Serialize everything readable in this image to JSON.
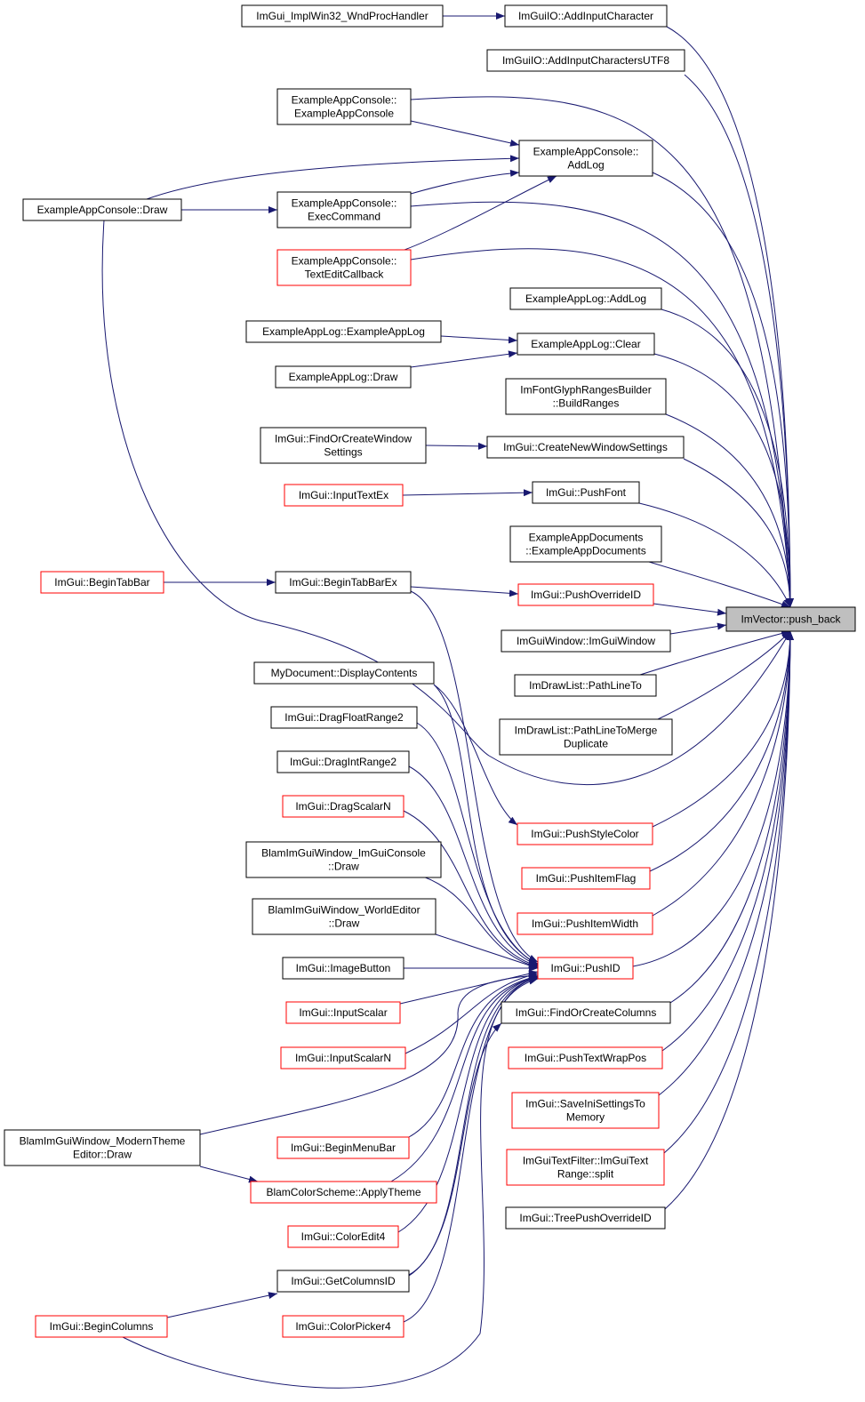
{
  "diagram": {
    "type": "call-graph",
    "colors": {
      "edge": "#191970",
      "node_border": "#000000",
      "node_border_highlight": "#ff0000",
      "target_fill": "#bfbfbf"
    },
    "nodes": [
      {
        "id": "n0",
        "lines": [
          "ImVector::push_back"
        ],
        "style": "target"
      },
      {
        "id": "n1",
        "lines": [
          "ImGui_ImplWin32_WndProcHandler"
        ],
        "style": "black"
      },
      {
        "id": "n2",
        "lines": [
          "ImGuiIO::AddInputCharacter"
        ],
        "style": "black"
      },
      {
        "id": "n3",
        "lines": [
          "ImGuiIO::AddInputCharactersUTF8"
        ],
        "style": "black"
      },
      {
        "id": "n4",
        "lines": [
          "ExampleAppConsole::",
          "ExampleAppConsole"
        ],
        "style": "black"
      },
      {
        "id": "n5",
        "lines": [
          "ExampleAppConsole::",
          "AddLog"
        ],
        "style": "black"
      },
      {
        "id": "n6",
        "lines": [
          "ExampleAppConsole::Draw"
        ],
        "style": "black"
      },
      {
        "id": "n7",
        "lines": [
          "ExampleAppConsole::",
          "ExecCommand"
        ],
        "style": "black"
      },
      {
        "id": "n8",
        "lines": [
          "ExampleAppConsole::",
          "TextEditCallback"
        ],
        "style": "red"
      },
      {
        "id": "n9",
        "lines": [
          "ExampleAppLog::AddLog"
        ],
        "style": "black"
      },
      {
        "id": "n10",
        "lines": [
          "ExampleAppLog::ExampleAppLog"
        ],
        "style": "black"
      },
      {
        "id": "n11",
        "lines": [
          "ExampleAppLog::Clear"
        ],
        "style": "black"
      },
      {
        "id": "n12",
        "lines": [
          "ExampleAppLog::Draw"
        ],
        "style": "black"
      },
      {
        "id": "n13",
        "lines": [
          "ImFontGlyphRangesBuilder",
          "::BuildRanges"
        ],
        "style": "black"
      },
      {
        "id": "n14",
        "lines": [
          "ImGui::FindOrCreateWindow",
          "Settings"
        ],
        "style": "black"
      },
      {
        "id": "n15",
        "lines": [
          "ImGui::CreateNewWindowSettings"
        ],
        "style": "black"
      },
      {
        "id": "n16",
        "lines": [
          "ImGui::InputTextEx"
        ],
        "style": "red"
      },
      {
        "id": "n17",
        "lines": [
          "ImGui::PushFont"
        ],
        "style": "black"
      },
      {
        "id": "n18",
        "lines": [
          "ExampleAppDocuments",
          "::ExampleAppDocuments"
        ],
        "style": "black"
      },
      {
        "id": "n19",
        "lines": [
          "ImGui::BeginTabBar"
        ],
        "style": "red"
      },
      {
        "id": "n20",
        "lines": [
          "ImGui::BeginTabBarEx"
        ],
        "style": "black"
      },
      {
        "id": "n21",
        "lines": [
          "ImGui::PushOverrideID"
        ],
        "style": "red"
      },
      {
        "id": "n22",
        "lines": [
          "ImGuiWindow::ImGuiWindow"
        ],
        "style": "black"
      },
      {
        "id": "n23",
        "lines": [
          "MyDocument::DisplayContents"
        ],
        "style": "black"
      },
      {
        "id": "n24",
        "lines": [
          "ImDrawList::PathLineTo"
        ],
        "style": "black"
      },
      {
        "id": "n25",
        "lines": [
          "ImGui::DragFloatRange2"
        ],
        "style": "black"
      },
      {
        "id": "n26",
        "lines": [
          "ImDrawList::PathLineToMerge",
          "Duplicate"
        ],
        "style": "black"
      },
      {
        "id": "n27",
        "lines": [
          "ImGui::DragIntRange2"
        ],
        "style": "black"
      },
      {
        "id": "n28",
        "lines": [
          "ImGui::DragScalarN"
        ],
        "style": "red"
      },
      {
        "id": "n29",
        "lines": [
          "ImGui::PushStyleColor"
        ],
        "style": "red"
      },
      {
        "id": "n30",
        "lines": [
          "BlamImGuiWindow_ImGuiConsole",
          "::Draw"
        ],
        "style": "black"
      },
      {
        "id": "n31",
        "lines": [
          "ImGui::PushItemFlag"
        ],
        "style": "red"
      },
      {
        "id": "n32",
        "lines": [
          "BlamImGuiWindow_WorldEditor",
          "::Draw"
        ],
        "style": "black"
      },
      {
        "id": "n33",
        "lines": [
          "ImGui::PushItemWidth"
        ],
        "style": "red"
      },
      {
        "id": "n34",
        "lines": [
          "ImGui::ImageButton"
        ],
        "style": "black"
      },
      {
        "id": "n35",
        "lines": [
          "ImGui::PushID"
        ],
        "style": "red"
      },
      {
        "id": "n36",
        "lines": [
          "ImGui::InputScalar"
        ],
        "style": "red"
      },
      {
        "id": "n37",
        "lines": [
          "ImGui::FindOrCreateColumns"
        ],
        "style": "black"
      },
      {
        "id": "n38",
        "lines": [
          "ImGui::InputScalarN"
        ],
        "style": "red"
      },
      {
        "id": "n39",
        "lines": [
          "ImGui::PushTextWrapPos"
        ],
        "style": "red"
      },
      {
        "id": "n40",
        "lines": [
          "ImGui::SaveIniSettingsTo",
          "Memory"
        ],
        "style": "red"
      },
      {
        "id": "n41",
        "lines": [
          "BlamImGuiWindow_ModernTheme",
          "Editor::Draw"
        ],
        "style": "black"
      },
      {
        "id": "n42",
        "lines": [
          "ImGui::BeginMenuBar"
        ],
        "style": "red"
      },
      {
        "id": "n43",
        "lines": [
          "ImGuiTextFilter::ImGuiText",
          "Range::split"
        ],
        "style": "red"
      },
      {
        "id": "n44",
        "lines": [
          "BlamColorScheme::ApplyTheme"
        ],
        "style": "red"
      },
      {
        "id": "n45",
        "lines": [
          "ImGui::TreePushOverrideID"
        ],
        "style": "black"
      },
      {
        "id": "n46",
        "lines": [
          "ImGui::ColorEdit4"
        ],
        "style": "red"
      },
      {
        "id": "n47",
        "lines": [
          "ImGui::GetColumnsID"
        ],
        "style": "black"
      },
      {
        "id": "n48",
        "lines": [
          "ImGui::BeginColumns"
        ],
        "style": "red"
      },
      {
        "id": "n49",
        "lines": [
          "ImGui::ColorPicker4"
        ],
        "style": "red"
      }
    ]
  }
}
